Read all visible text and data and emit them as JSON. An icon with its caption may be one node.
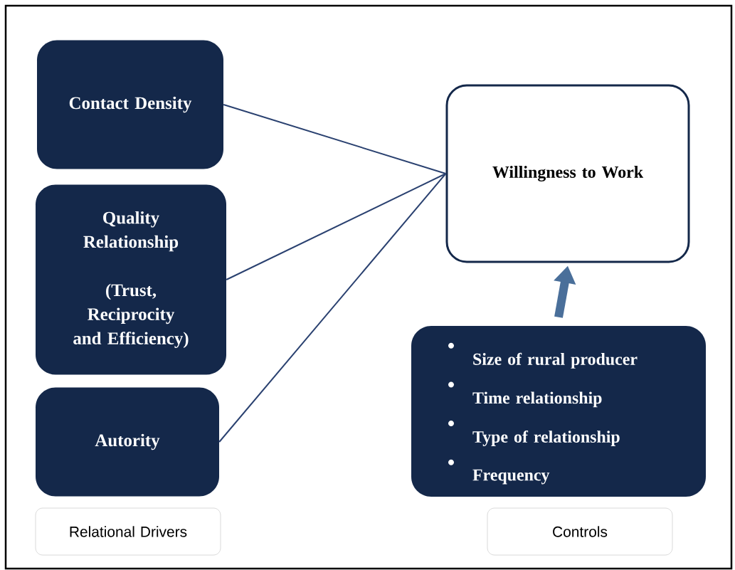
{
  "diagram": {
    "nodes": [
      {
        "text": [
          "Contact Density"
        ]
      },
      {
        "text": [
          "Quality Relationship",
          "(Trust, Reciprocity and Efficiency)"
        ]
      },
      {
        "text": [
          "Autority"
        ]
      },
      {
        "text": [
          "Willingness to Work"
        ]
      },
      {
        "text": [
          "Size of rural producer",
          "Time relationship",
          "Type of relationship",
          "Frequency"
        ]
      },
      {
        "text": [
          "Relational Drivers"
        ]
      },
      {
        "text": [
          "Controls"
        ]
      }
    ],
    "edges": [
      {
        "from": 0,
        "to": 3,
        "arrow": "none"
      },
      {
        "from": 1,
        "to": 3,
        "arrow": "none"
      },
      {
        "from": 2,
        "to": 3,
        "arrow": "none"
      },
      {
        "from": 4,
        "to": 3,
        "arrow": "to",
        "style": "thick"
      }
    ]
  }
}
